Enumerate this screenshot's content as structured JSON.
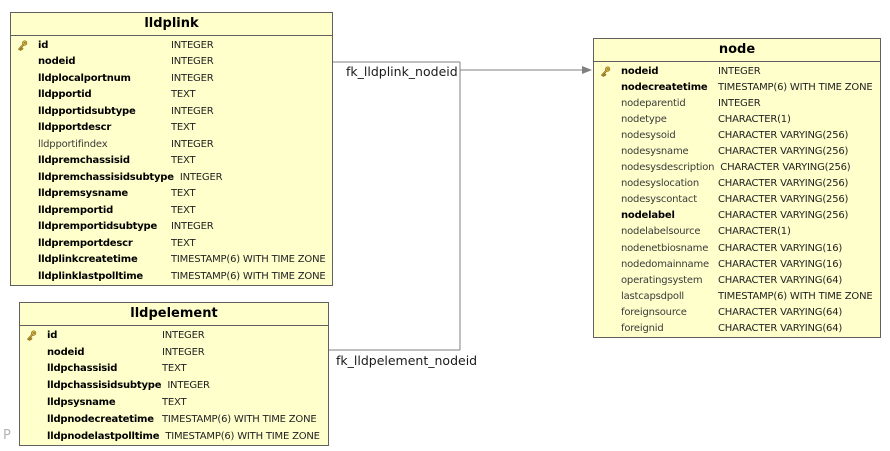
{
  "diagram": {
    "watermark": "P",
    "colors": {
      "background": "#ffffff",
      "table_fill": "#ffffcc",
      "table_border": "#606060",
      "connector_line": "#808080",
      "key_icon_gold": "#ecc94b",
      "key_icon_outline": "#8a6d1c"
    },
    "relationships": [
      {
        "label": "fk_lldplink_nodeid",
        "from": "lldplink.nodeid",
        "to": "node.nodeid"
      },
      {
        "label": "fk_lldpelement_nodeid",
        "from": "lldpelement.nodeid",
        "to": "node.nodeid"
      }
    ],
    "tables": [
      {
        "title": "lldplink",
        "columns": [
          {
            "name": "id",
            "type": "INTEGER",
            "key": true,
            "bold": true
          },
          {
            "name": "nodeid",
            "type": "INTEGER",
            "bold": true
          },
          {
            "name": "lldplocalportnum",
            "type": "INTEGER",
            "bold": true
          },
          {
            "name": "lldpportid",
            "type": "TEXT",
            "bold": true
          },
          {
            "name": "lldpportidsubtype",
            "type": "INTEGER",
            "bold": true
          },
          {
            "name": "lldpportdescr",
            "type": "TEXT",
            "bold": true
          },
          {
            "name": "lldpportifindex",
            "type": "INTEGER",
            "bold": false
          },
          {
            "name": "lldpremchassisid",
            "type": "TEXT",
            "bold": true
          },
          {
            "name": "lldpremchassisidsubtype",
            "type": "INTEGER",
            "bold": true
          },
          {
            "name": "lldpremsysname",
            "type": "TEXT",
            "bold": true
          },
          {
            "name": "lldpremportid",
            "type": "TEXT",
            "bold": true
          },
          {
            "name": "lldpremportidsubtype",
            "type": "INTEGER",
            "bold": true
          },
          {
            "name": "lldpremportdescr",
            "type": "TEXT",
            "bold": true
          },
          {
            "name": "lldplinkcreatetime",
            "type": "TIMESTAMP(6) WITH TIME ZONE",
            "bold": true
          },
          {
            "name": "lldplinklastpolltime",
            "type": "TIMESTAMP(6) WITH TIME ZONE",
            "bold": true
          }
        ]
      },
      {
        "title": "lldpelement",
        "columns": [
          {
            "name": "id",
            "type": "INTEGER",
            "key": true,
            "bold": true
          },
          {
            "name": "nodeid",
            "type": "INTEGER",
            "bold": true
          },
          {
            "name": "lldpchassisid",
            "type": "TEXT",
            "bold": true
          },
          {
            "name": "lldpchassisidsubtype",
            "type": "INTEGER",
            "bold": true
          },
          {
            "name": "lldpsysname",
            "type": "TEXT",
            "bold": true
          },
          {
            "name": "lldpnodecreatetime",
            "type": "TIMESTAMP(6) WITH TIME ZONE",
            "bold": true
          },
          {
            "name": "lldpnodelastpolltime",
            "type": "TIMESTAMP(6) WITH TIME ZONE",
            "bold": true
          }
        ]
      },
      {
        "title": "node",
        "columns": [
          {
            "name": "nodeid",
            "type": "INTEGER",
            "key": true,
            "bold": true
          },
          {
            "name": "nodecreatetime",
            "type": "TIMESTAMP(6) WITH TIME ZONE",
            "bold": true
          },
          {
            "name": "nodeparentid",
            "type": "INTEGER",
            "bold": false
          },
          {
            "name": "nodetype",
            "type": "CHARACTER(1)",
            "bold": false
          },
          {
            "name": "nodesysoid",
            "type": "CHARACTER VARYING(256)",
            "bold": false
          },
          {
            "name": "nodesysname",
            "type": "CHARACTER VARYING(256)",
            "bold": false
          },
          {
            "name": "nodesysdescription",
            "type": "CHARACTER VARYING(256)",
            "bold": false
          },
          {
            "name": "nodesyslocation",
            "type": "CHARACTER VARYING(256)",
            "bold": false
          },
          {
            "name": "nodesyscontact",
            "type": "CHARACTER VARYING(256)",
            "bold": false
          },
          {
            "name": "nodelabel",
            "type": "CHARACTER VARYING(256)",
            "bold": true
          },
          {
            "name": "nodelabelsource",
            "type": "CHARACTER(1)",
            "bold": false
          },
          {
            "name": "nodenetbiosname",
            "type": "CHARACTER VARYING(16)",
            "bold": false
          },
          {
            "name": "nodedomainname",
            "type": "CHARACTER VARYING(16)",
            "bold": false
          },
          {
            "name": "operatingsystem",
            "type": "CHARACTER VARYING(64)",
            "bold": false
          },
          {
            "name": "lastcapsdpoll",
            "type": "TIMESTAMP(6) WITH TIME ZONE",
            "bold": false
          },
          {
            "name": "foreignsource",
            "type": "CHARACTER VARYING(64)",
            "bold": false
          },
          {
            "name": "foreignid",
            "type": "CHARACTER VARYING(64)",
            "bold": false
          }
        ]
      }
    ]
  }
}
